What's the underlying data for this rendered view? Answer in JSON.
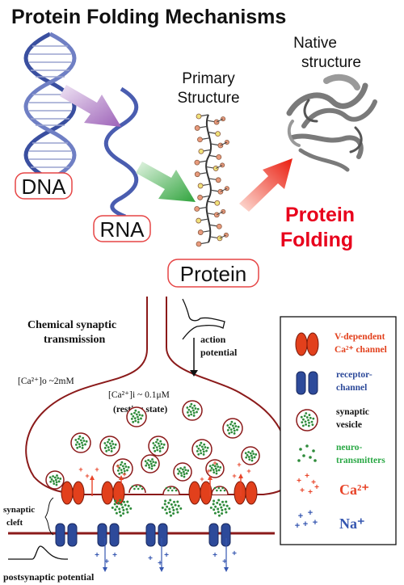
{
  "title": "Protein Folding Mechanisms",
  "labels": {
    "dna": "DNA",
    "rna": "RNA",
    "protein": "Protein",
    "primary_line1": "Primary",
    "primary_line2": "Structure",
    "native_line1": "Native",
    "native_line2": "structure",
    "folding_line1": "Protein",
    "folding_line2": "Folding"
  },
  "synapse": {
    "title_line1": "Chemical synaptic",
    "title_line2": "transmission",
    "ca_out": "[Ca²⁺]o ~2mM",
    "ca_in": "[Ca²⁺]i ~ 0.1μM",
    "resting": "(resting state)",
    "ap_line1": "action",
    "ap_line2": "potential",
    "cleft_line1": "synaptic",
    "cleft_line2": "cleft",
    "postsyn": "postsynaptic potential"
  },
  "legend": {
    "vdep_line1": "V-dependent",
    "vdep_line2": "Ca²⁺ channel",
    "receptor_line1": "receptor-",
    "receptor_line2": "channel",
    "vesicle_line1": "synaptic",
    "vesicle_line2": "vesicle",
    "neuro_line1": "neuro-",
    "neuro_line2": "transmitters",
    "ca": "Ca²⁺",
    "na": "Na⁺"
  },
  "colors": {
    "title": "#111111",
    "folding_red": "#e8001c",
    "dna_blue": "#3a4fa0",
    "membrane": "#8b1a1a",
    "channel_red": "#e2401c",
    "receptor_blue": "#2d4a9a",
    "vesicle_green": "#2e8b3a",
    "ca_orange": "#e8452a",
    "na_blue": "#3556b0",
    "neuro_text_green": "#2aa845"
  }
}
